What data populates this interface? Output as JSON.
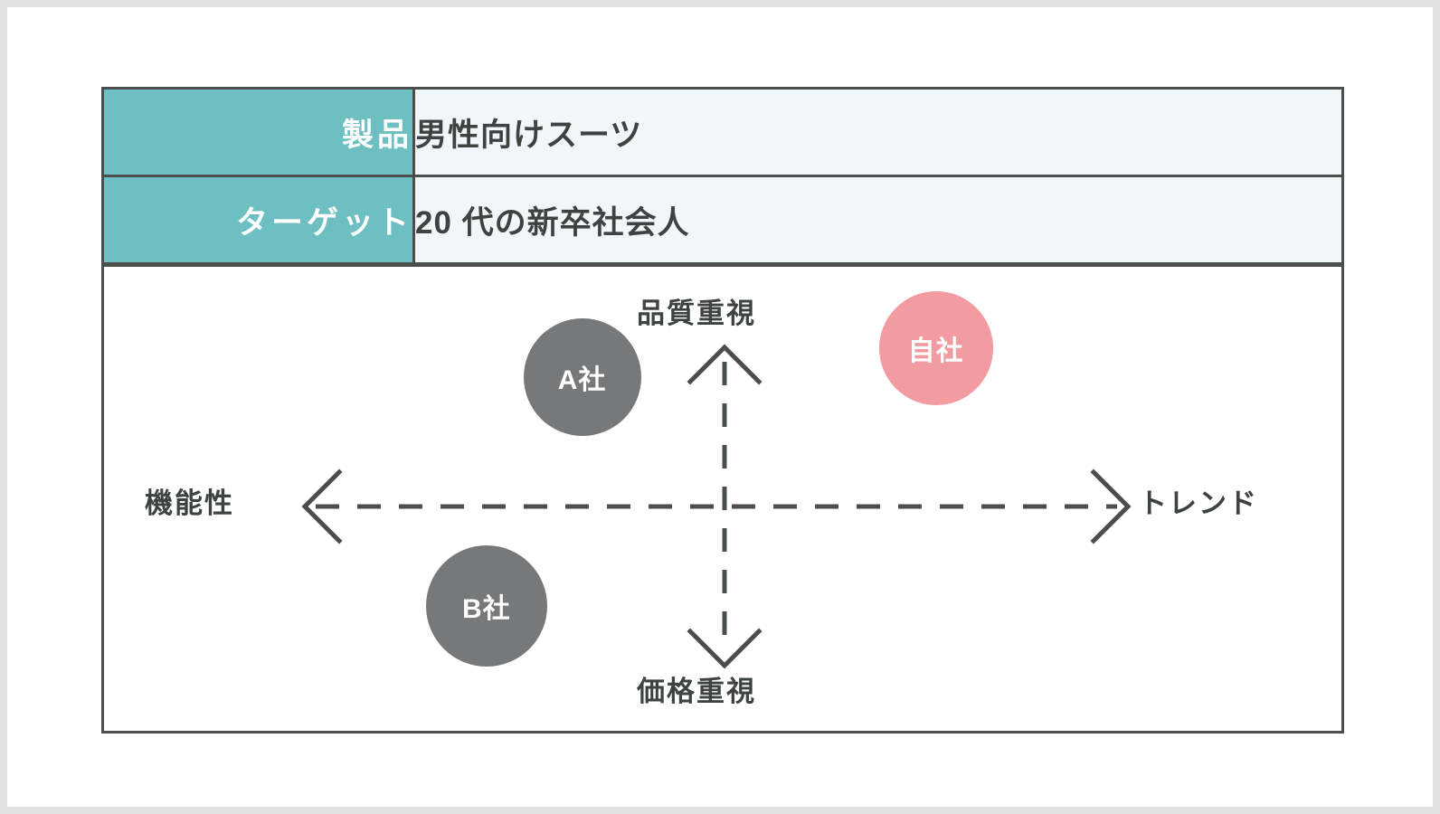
{
  "table": {
    "rows": [
      {
        "label": "製品",
        "value": "男性向けスーツ"
      },
      {
        "label": "ターゲット",
        "value": "20 代の新卒社会人"
      }
    ]
  },
  "chart_data": {
    "type": "scatter",
    "title": "",
    "axes": {
      "top_label": "品質重視",
      "bottom_label": "価格重視",
      "left_label": "機能性",
      "right_label": "トレンド",
      "xlabel": "機能性 ↔ トレンド",
      "ylabel": "価格重視 ↔ 品質重視",
      "xlim": [
        -1,
        1
      ],
      "ylim": [
        -1,
        1
      ],
      "grid": false,
      "style": "dashed-crosshair-with-arrows"
    },
    "legend": "none",
    "points": [
      {
        "name": "A社",
        "x": -0.34,
        "y": 0.36,
        "r": 65,
        "color": "#76787a"
      },
      {
        "name": "B社",
        "x": -0.57,
        "y": -0.29,
        "r": 67,
        "color": "#76787a"
      },
      {
        "name": "自社",
        "x": 0.51,
        "y": 0.44,
        "r": 63,
        "color": "#f29ba0"
      }
    ]
  },
  "colors": {
    "accent_teal": "#6ebfc1",
    "cell_bg": "#eff7f8",
    "border": "#4a4f4d",
    "text": "#3d4341",
    "competitor": "#76787a",
    "own_company": "#f29ba0",
    "page_bg": "#e2e2e2",
    "card_bg": "#ffffff"
  }
}
